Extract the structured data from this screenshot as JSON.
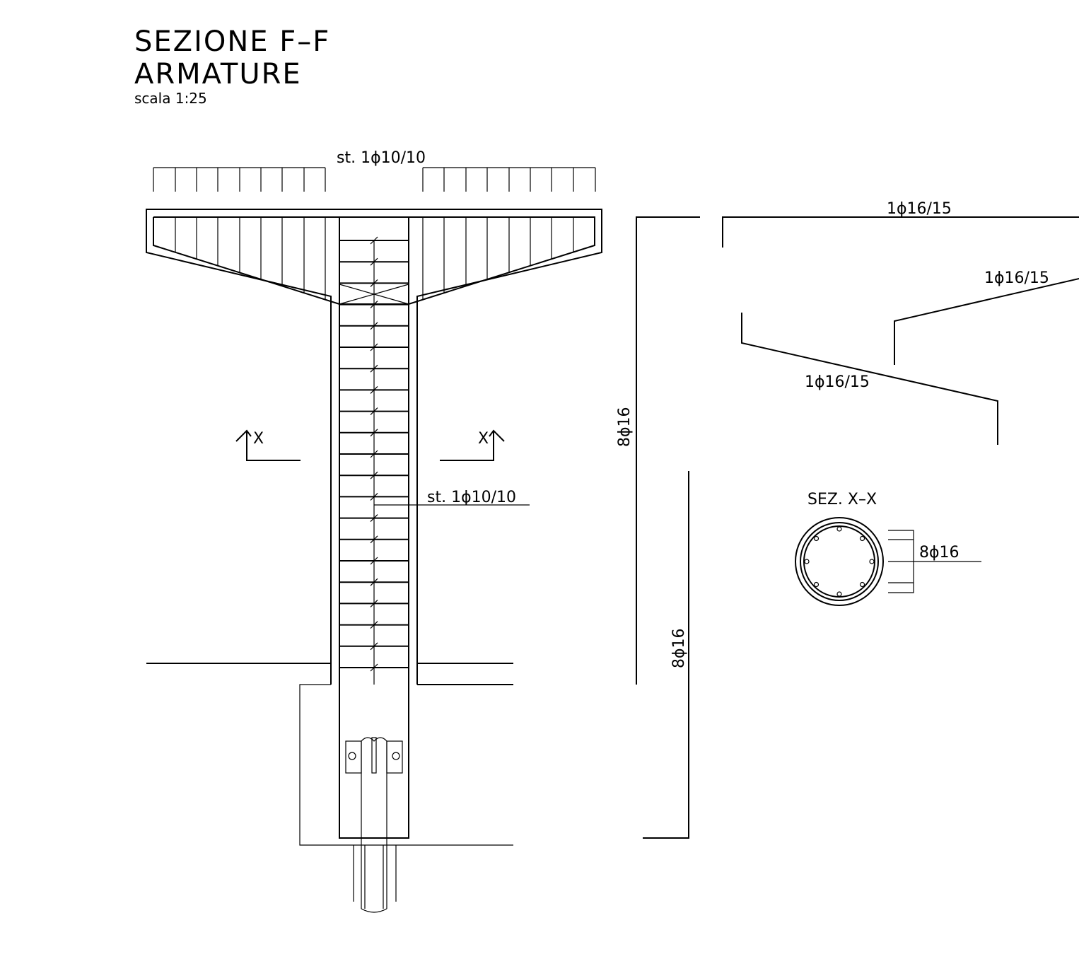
{
  "header": {
    "title": "SEZIONE F–F",
    "subtitle": "ARMATURE",
    "scale": "scala 1:25"
  },
  "labels": {
    "stirrups_top": "st. 1ϕ10/10",
    "stirrups_stem": "st. 1ϕ10/10",
    "section_mark": "X",
    "bars_vertical_1": "8ϕ16",
    "bars_vertical_2": "8ϕ16",
    "bar_top": "1ϕ16/15",
    "bar_inclined_1": "1ϕ16/15",
    "bar_inclined_2": "1ϕ16/15",
    "section_xx_title": "SEZ.  X–X",
    "section_xx_bars": "8ϕ16"
  }
}
